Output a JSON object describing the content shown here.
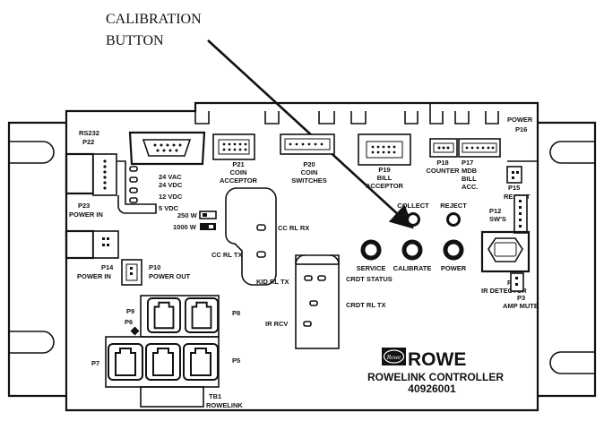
{
  "callout": {
    "line1": "CALIBRATION",
    "line2": "BUTTON"
  },
  "power_top": {
    "line1": "POWER",
    "line2": "P16"
  },
  "rs232": {
    "line1": "RS232",
    "line2": "P22"
  },
  "p21": {
    "line1": "P21",
    "line2": "COIN",
    "line3": "ACCEPTOR"
  },
  "p20": {
    "line1": "P20",
    "line2": "COIN",
    "line3": "SWITCHES"
  },
  "p19": {
    "line1": "P19",
    "line2": "BILL",
    "line3": "ACCEPTOR"
  },
  "p18": {
    "line1": "P18",
    "line2": "COUNTER"
  },
  "p17": {
    "line1": "P17",
    "line2": "MDB",
    "line3": "BILL",
    "line4": "ACC."
  },
  "p15": {
    "line1": "P15",
    "line2": "REJECT"
  },
  "p12": {
    "line1": "P12",
    "line2": "SW'S"
  },
  "voltages": [
    "24 VAC",
    "24 VDC",
    "12 VDC",
    "5 VDC"
  ],
  "p23": {
    "line1": "P23",
    "line2": "POWER IN"
  },
  "watt_250": "250 W",
  "watt_1000": "1000 W",
  "cc_rl_rx": "CC RL RX",
  "cc_rl_tx": "CC RL TX",
  "kid_rl_tx": "KID RL TX",
  "crdt_status": "CRDT STATUS",
  "crdt_rl_tx": "CRDT RL TX",
  "ir_rcv": "IR RCV",
  "buttons": {
    "collect": "COLLECT",
    "reject": "REJECT",
    "service": "SERVICE",
    "calibrate": "CALIBRATE",
    "power": "POWER"
  },
  "p14": {
    "line1": "P14",
    "line2": "POWER IN"
  },
  "p10": {
    "line1": "P10",
    "line2": "POWER OUT"
  },
  "p11": {
    "line1": "P11",
    "line2": "IR DETECTOR"
  },
  "p3": {
    "line1": "P3",
    "line2": "AMP MUTE"
  },
  "ports": {
    "p9": "P9",
    "p6": "P6",
    "p8": "P8",
    "p7": "P7",
    "p5": "P5"
  },
  "tb1": {
    "line1": "TB1",
    "line2": "ROWELINK"
  },
  "brand": "ROWE",
  "logo_mark": "Rowe",
  "controller": {
    "name": "ROWELINK CONTROLLER",
    "part": "40926001"
  }
}
